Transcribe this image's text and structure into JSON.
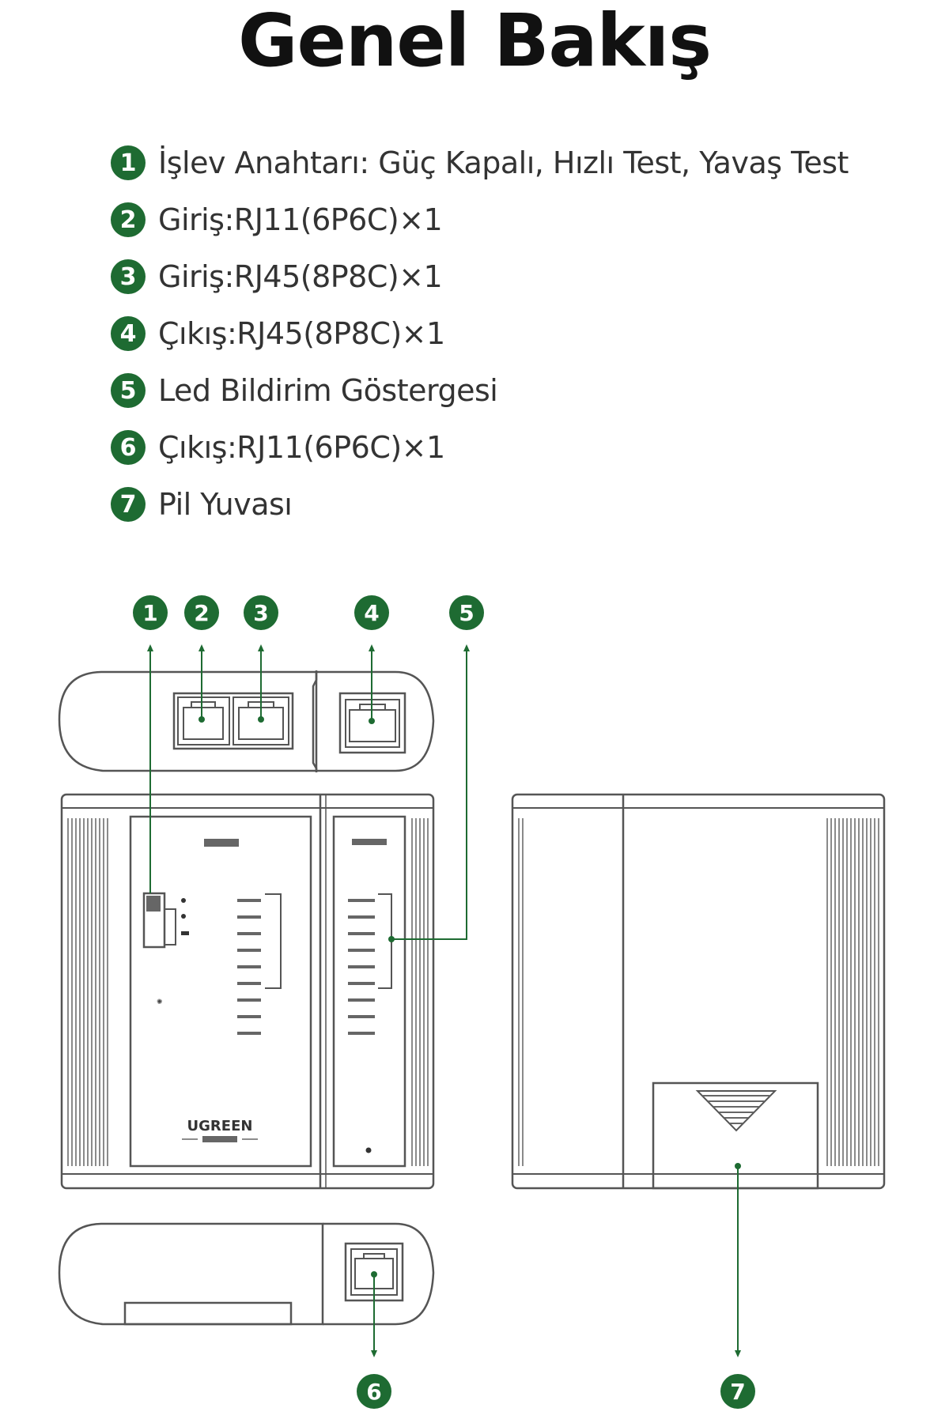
{
  "title": "Genel Bakış",
  "accent_color": "#1e6b32",
  "legend": [
    {
      "num": "1",
      "text": "İşlev Anahtarı: Güç Kapalı, Hızlı Test, Yavaş Test"
    },
    {
      "num": "2",
      "text": "Giriş:RJ11(6P6C)×1"
    },
    {
      "num": "3",
      "text": "Giriş:RJ45(8P8C)×1"
    },
    {
      "num": "4",
      "text": "Çıkış:RJ45(8P8C)×1"
    },
    {
      "num": "5",
      "text": "Led Bildirim Göstergesi"
    },
    {
      "num": "6",
      "text": "Çıkış:RJ11(6P6C)×1"
    },
    {
      "num": "7",
      "text": "Pil Yuvası"
    }
  ],
  "device": {
    "brand": "UGREEN"
  }
}
